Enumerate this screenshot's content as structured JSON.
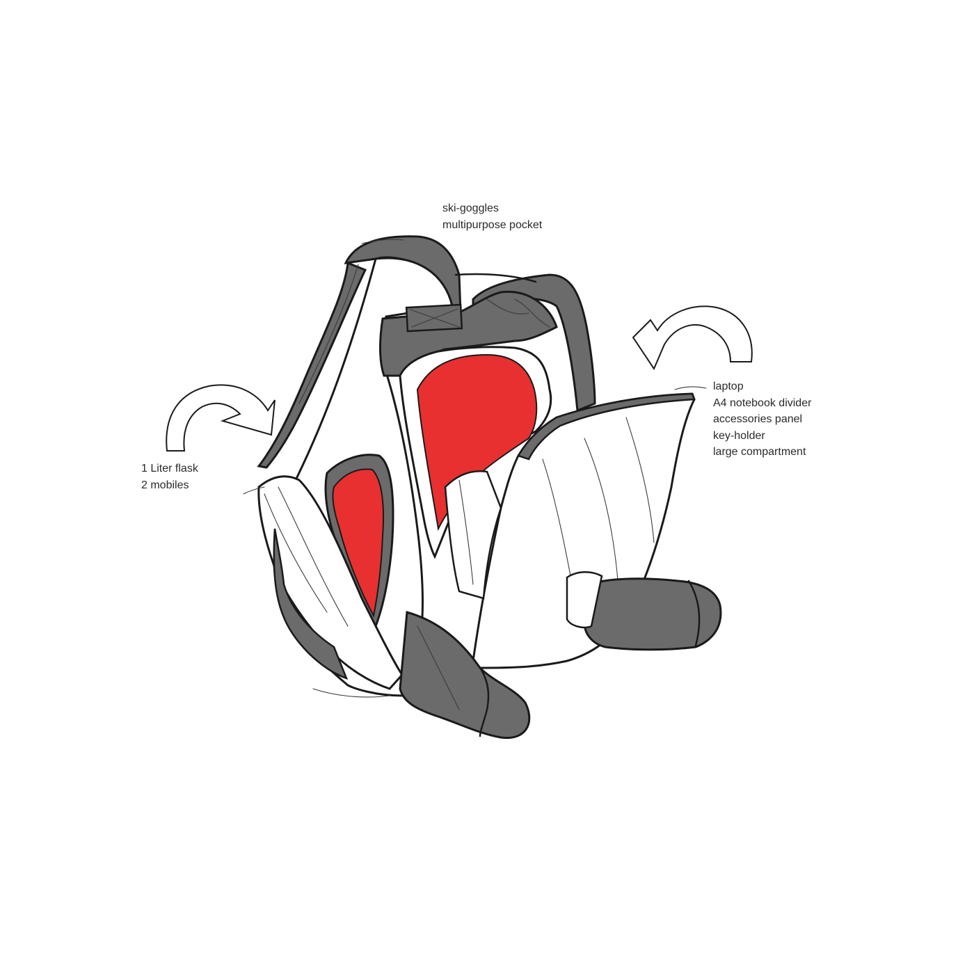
{
  "callouts": {
    "top": [
      "ski-goggles",
      "multipurpose pocket"
    ],
    "right": [
      "laptop",
      "A4 notebook divider",
      "accessories panel",
      "key-holder",
      "large compartment"
    ],
    "left": [
      "1 Liter flask",
      "2 mobiles"
    ]
  },
  "colors": {
    "background": "#ffffff",
    "accent_red": "#e83030",
    "strap_gray": "#6b6b6b",
    "outline": "#1a1a1a"
  }
}
